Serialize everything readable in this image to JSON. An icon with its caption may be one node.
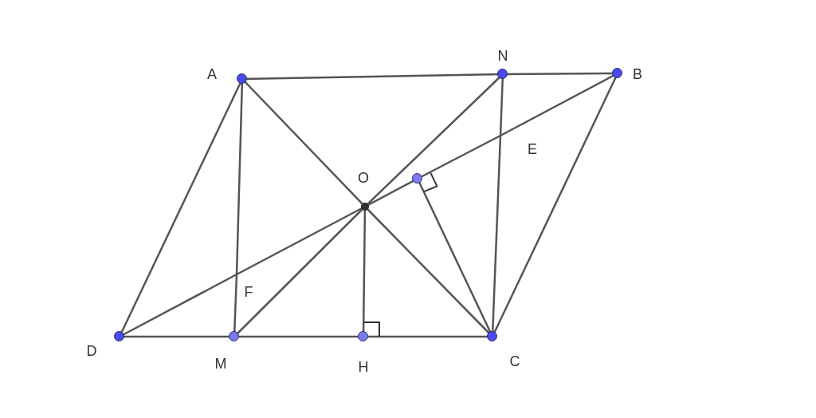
{
  "diagram": {
    "nodes": [
      {
        "text": [
          "A"
        ]
      },
      {
        "text": [
          "N"
        ]
      },
      {
        "text": [
          "B"
        ]
      },
      {
        "text": [
          "O"
        ]
      },
      {
        "text": [
          "E"
        ]
      },
      {
        "text": [],
        "shape": "circle"
      },
      {
        "text": [
          "F"
        ]
      },
      {
        "text": [
          "D"
        ]
      },
      {
        "text": [
          "M"
        ]
      },
      {
        "text": [
          "H"
        ]
      },
      {
        "text": [
          "C"
        ]
      }
    ],
    "edges": [
      {
        "from": 0,
        "to": 1,
        "arrow": "none"
      },
      {
        "from": 1,
        "to": 2,
        "arrow": "none"
      },
      {
        "from": 0,
        "to": 7,
        "arrow": "none"
      },
      {
        "from": 2,
        "to": 10,
        "arrow": "none"
      },
      {
        "from": 7,
        "to": 8,
        "arrow": "none"
      },
      {
        "from": 8,
        "to": 9,
        "arrow": "none"
      },
      {
        "from": 9,
        "to": 10,
        "arrow": "none"
      },
      {
        "from": 0,
        "to": 3,
        "arrow": "none"
      },
      {
        "from": 3,
        "to": 10,
        "arrow": "none"
      },
      {
        "from": 2,
        "to": 4,
        "arrow": "none"
      },
      {
        "from": 4,
        "to": 5,
        "arrow": "none"
      },
      {
        "from": 5,
        "to": 3,
        "arrow": "none"
      },
      {
        "from": 3,
        "to": 6,
        "arrow": "none"
      },
      {
        "from": 6,
        "to": 7,
        "arrow": "none"
      },
      {
        "from": 1,
        "to": 4,
        "arrow": "none"
      },
      {
        "from": 4,
        "to": 10,
        "arrow": "none"
      },
      {
        "from": 0,
        "to": 6,
        "arrow": "none"
      },
      {
        "from": 6,
        "to": 8,
        "arrow": "none"
      },
      {
        "from": 1,
        "to": 3,
        "arrow": "none"
      },
      {
        "from": 3,
        "to": 8,
        "arrow": "none"
      },
      {
        "from": 3,
        "to": 9,
        "arrow": "none"
      },
      {
        "from": 5,
        "to": 10,
        "arrow": "none"
      }
    ]
  }
}
